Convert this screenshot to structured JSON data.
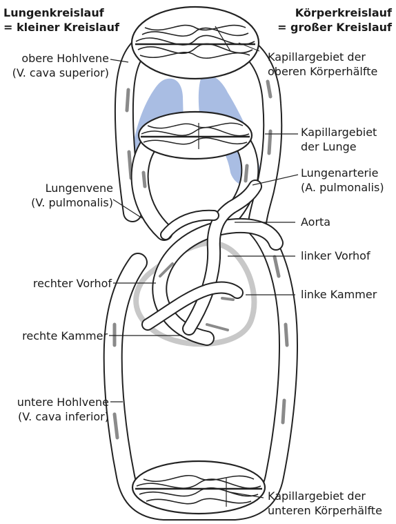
{
  "headings": {
    "left_line1": "Lungenkreislauf",
    "left_line2": "= kleiner Kreislauf",
    "right_line1": "Körperkreislauf",
    "right_line2": "= großer Kreislauf"
  },
  "labels": {
    "obere_hohlvene_1": "obere Hohlvene",
    "obere_hohlvene_2": "(V. cava superior)",
    "kap_oben_1": "Kapillargebiet der",
    "kap_oben_2": "oberen Körperhälfte",
    "kap_lunge_1": "Kapillargebiet",
    "kap_lunge_2": "der Lunge",
    "lungenarterie_1": "Lungenarterie",
    "lungenarterie_2": "(A. pulmonalis)",
    "lungenvene_1": "Lungenvene",
    "lungenvene_2": "(V. pulmonalis)",
    "aorta": "Aorta",
    "linker_vorhof": "linker Vorhof",
    "rechter_vorhof": "rechter Vorhof",
    "linke_kammer": "linke Kammer",
    "rechte_kammer": "rechte Kammer",
    "untere_hohlvene_1": "untere Hohlvene",
    "untere_hohlvene_2": "(V. cava inferior)",
    "kap_unten_1": "Kapillargebiet der",
    "kap_unten_2": "unteren Körperhälfte"
  },
  "colors": {
    "lung": "#a9bde3",
    "vessel_stroke": "#222222",
    "flow_marks": "#8a8a8a",
    "heart_outline": "#c8c8c8"
  }
}
